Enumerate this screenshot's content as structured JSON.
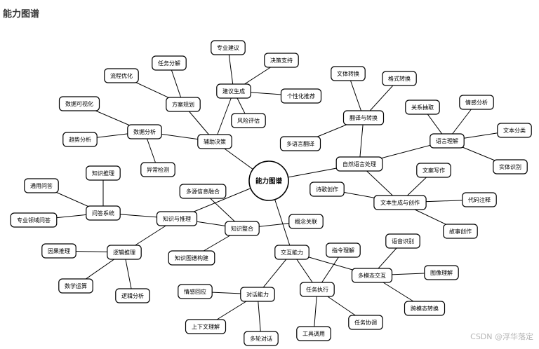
{
  "title": "能力图谱",
  "watermark": "CSDN @浮华落定",
  "center": "能力图谱",
  "nodes": {
    "fuzhu": "辅助决策",
    "jianyi": "建议生成",
    "zhuanye_jianyi": "专业建议",
    "juece_zhichi": "决策支持",
    "gexinghua": "个性化推荐",
    "fengxian": "风险评估",
    "fangan": "方案规划",
    "renwu_fenjie": "任务分解",
    "liucheng": "流程优化",
    "shuju_fenxi": "数据分析",
    "shuju_keshihua": "数据可视化",
    "qushi": "趋势分析",
    "yichang": "异常检测",
    "zishiyuyan": "自然语言处理",
    "fanyi": "翻译与转换",
    "wenti_zhuanhuan": "文体转换",
    "geshi": "格式转换",
    "duoyuyan": "多语言翻译",
    "yuyan_lijie": "语言理解",
    "guanxi": "关系抽取",
    "qinggan_fenxi": "情感分析",
    "wenben_fenlei": "文本分类",
    "shiti": "实体识别",
    "wenben_shengcheng": "文本生成与创作",
    "wenan": "文案写作",
    "shige": "诗歌创作",
    "daima": "代码注释",
    "gushi": "故事创作",
    "zhishi_tuili": "知识与推理",
    "wenda": "问答系统",
    "zhishi_tuili2": "知识推理",
    "tongyong": "通用问答",
    "lingyu": "专业领域问答",
    "luoji": "逻辑推理",
    "yinguo": "因果推理",
    "shuxue": "数学运算",
    "luoji_fenxi": "逻辑分析",
    "zhishi_zhenghe": "知识整合",
    "duoyuan": "多源信息融合",
    "gainian": "概念关联",
    "tupu_goujian": "知识图谱构建",
    "jiaohu": "交互能力",
    "duihua": "对话能力",
    "qinggan_huiying": "情感回应",
    "shangxiawen": "上下文理解",
    "duolun": "多轮对话",
    "renwu_zhixing": "任务执行",
    "zhiling": "指令理解",
    "gongju": "工具调用",
    "xietiao": "任务协调",
    "duomotai": "多模态交互",
    "yuyin": "语音识别",
    "tuxiang": "图像理解",
    "kuamotai": "跨模态转换"
  }
}
